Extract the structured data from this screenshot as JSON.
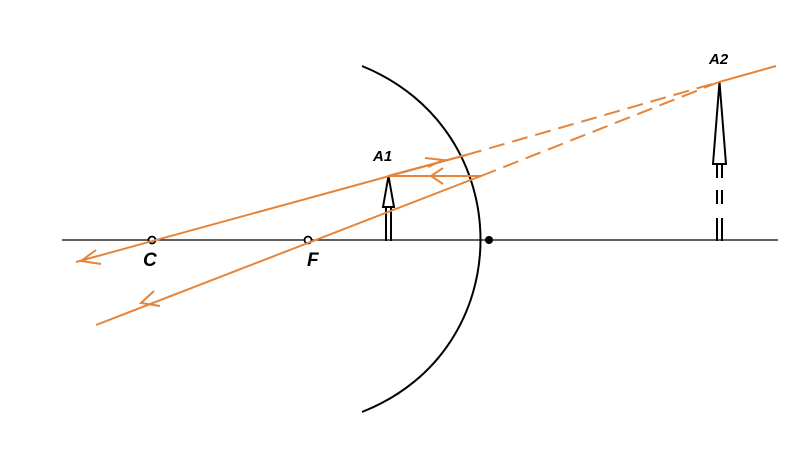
{
  "labels": {
    "center": "C",
    "focus": "F",
    "object": "A1",
    "image": "A2"
  },
  "colors": {
    "ray": "#E5853B",
    "line": "#000000",
    "background": "#ffffff"
  }
}
